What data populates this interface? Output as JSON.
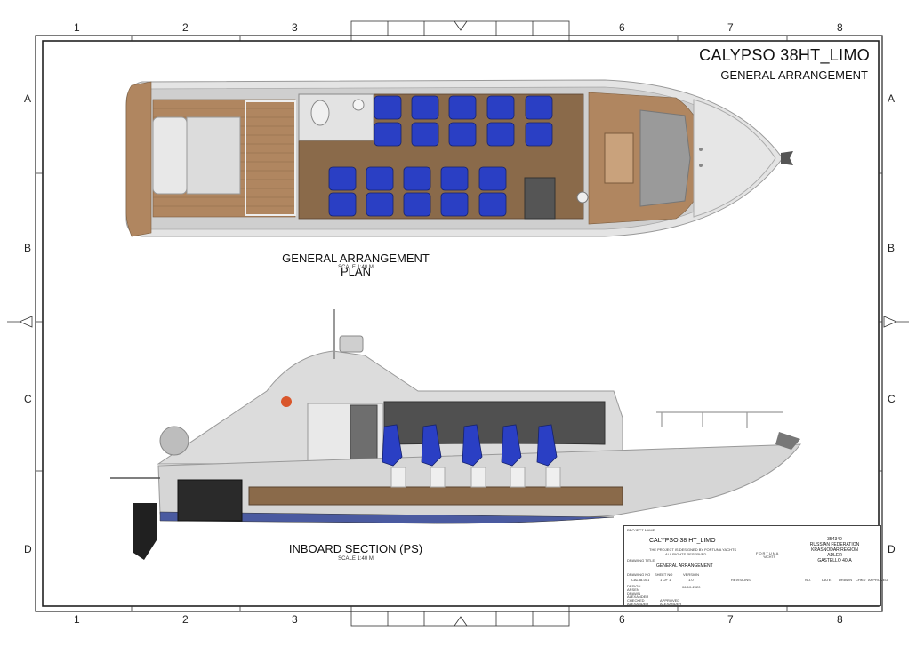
{
  "drawing": {
    "title": "CALYPSO 38HT_LIMO",
    "subtitle": "GENERAL ARRANGEMENT"
  },
  "grid": {
    "columns": [
      "1",
      "2",
      "3",
      "6",
      "7",
      "8"
    ],
    "rows": [
      "A",
      "B",
      "C",
      "D"
    ]
  },
  "views": {
    "plan": {
      "title": "GENERAL ARRANGEMENT PLAN",
      "scale": "SCALE   1:40 M"
    },
    "section": {
      "title": "INBOARD SECTION (PS)",
      "scale": "SCALE   1:40 M"
    }
  },
  "title_block": {
    "project_label": "PROJECT NAME",
    "project_name": "CALYPSO 38 HT_LIMO",
    "notice": "THE PROJECT IS DESIGNED BY FORTUNA YACHTS",
    "rights": "ALL RIGHTS RESERVED",
    "drawing_title_label": "DRAWING TITLE",
    "drawing_title": "GENERAL ARRANGEMENT",
    "address": [
      "354340",
      "RUSSIAN FEDERATION",
      "KRASNODAR REGION",
      "ADLER",
      "GASTELLO 40-A"
    ],
    "brand": "FORTUNA",
    "brand_sub": "YACHTS",
    "drawing_no_label": "DRAWING NO",
    "drawing_no": "CAL38-001",
    "sheet_label": "SHEET NO",
    "sheet": "1 OF 1",
    "version_label": "VERSION",
    "version": "1.0",
    "date": "06-10-2020",
    "columns": [
      "REVISIONS",
      "NO.",
      "DATE",
      "DRAWN",
      "CHKD",
      "APPROVED"
    ],
    "people": [
      {
        "role": "DESIGN",
        "name": "ARSEN"
      },
      {
        "role": "DRAWN",
        "name": "ALEXANDER"
      },
      {
        "role": "CHECKED",
        "name": "ALEXANDER"
      },
      {
        "role": "APPROVED",
        "name": "ALEXANDER"
      }
    ]
  },
  "colors": {
    "teak": "#b08660",
    "wood_floor": "#8a6a4a",
    "seat_blue": "#2a3fc4",
    "hull_grey": "#d9d9d9",
    "glass": "#5a5a5a",
    "frame_line": "#222222"
  }
}
